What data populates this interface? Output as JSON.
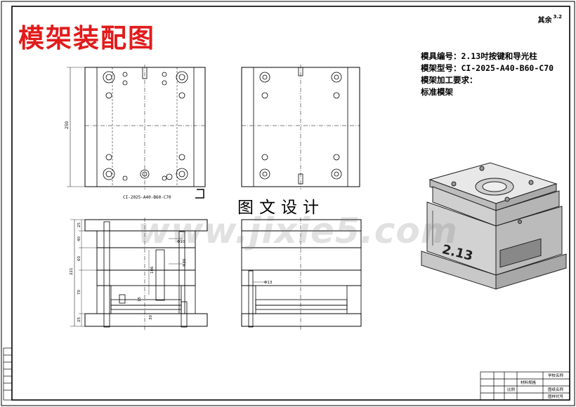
{
  "title": "模架装配图",
  "surface_finish": {
    "label": "其余",
    "value": "3.2"
  },
  "specs": {
    "mold_number_label": "模具编号：",
    "mold_number_value": "2.13吋按键和导光柱",
    "mold_type_label": "模架型号：",
    "mold_type_value": "CI-2025-A40-B60-C70",
    "processing_label": "模架加工要求：",
    "processing_value": "标准模架"
  },
  "model_label": "CI-2025-A40-B60-C70",
  "watermark_cn": "图文设计",
  "watermark_url": "www.jixie5.com",
  "iso_plate_text": "2.13",
  "dims": {
    "top_height": "250",
    "front_total": "221",
    "front_d1": "25",
    "front_d2": "40",
    "front_d3": "60",
    "front_d4": "70",
    "front_d5": "25",
    "hole_d1": "Φ10",
    "hole_d2": "Φ30",
    "height_106": "106",
    "width_15": "15",
    "width_30": "30",
    "side_hole": "Φ13"
  },
  "title_block": {
    "material": "材料规格",
    "school": "学校名称",
    "drawing_name": "图纸名称",
    "drawing_code": "图样代号",
    "scale": "比例"
  }
}
